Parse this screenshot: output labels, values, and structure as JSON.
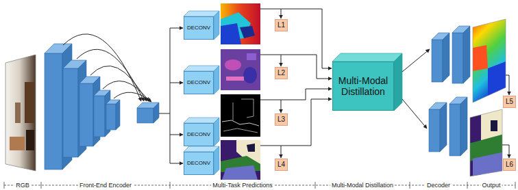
{
  "diagram": {
    "nodes": [
      {
        "text": [
          "DECONV"
        ]
      },
      {
        "text": [
          "DECONV"
        ]
      },
      {
        "text": [
          "DECONV"
        ]
      },
      {
        "text": [
          "DECONV"
        ]
      },
      {
        "text": [
          "L1"
        ]
      },
      {
        "text": [
          "L2"
        ]
      },
      {
        "text": [
          "L3"
        ]
      },
      {
        "text": [
          "L4"
        ]
      },
      {
        "text": [
          "Multi-Modal Distillation"
        ]
      },
      {
        "text": [
          "L5"
        ]
      },
      {
        "text": [
          "L6"
        ]
      }
    ],
    "labels": [
      "RGB",
      "Front-End Encoder",
      "Multi-Task Predictions",
      "Multi-Modal Distillation",
      "Decoder",
      "Output"
    ]
  }
}
